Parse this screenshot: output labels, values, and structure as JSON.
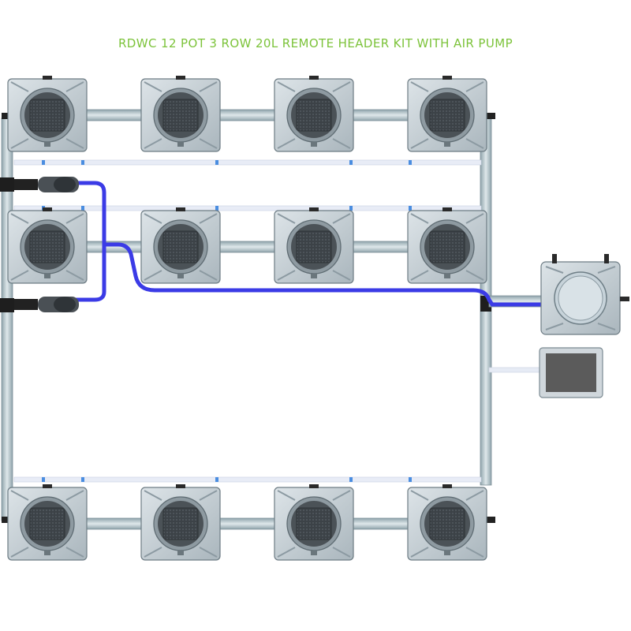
{
  "title": "RDWC 12 POT 3 ROW 20L REMOTE HEADER KIT WITH AIR PUMP",
  "layout": {
    "rows": 3,
    "pots_per_row": 4,
    "total_pots": 12,
    "pot_volume": "20L",
    "header": "remote header tank",
    "air_pump": "included"
  },
  "colors": {
    "title": "#7cc33a",
    "pot_body": "#c9d2d8",
    "pot_lid": "#5a6066",
    "pipe": "#b5c6cc",
    "air_line": "#3a3ae0",
    "air_pump_body": "#5a5a5a"
  },
  "components": {
    "pot_icon": "square-pot-with-round-net-lid-icon",
    "pipe_icon": "grey-pvc-pipe-icon",
    "air_line_icon": "blue-air-hose-icon",
    "pump_icon": "water-pump-icon",
    "air_pump_icon": "air-pump-box-icon",
    "header_icon": "remote-header-tank-icon"
  }
}
